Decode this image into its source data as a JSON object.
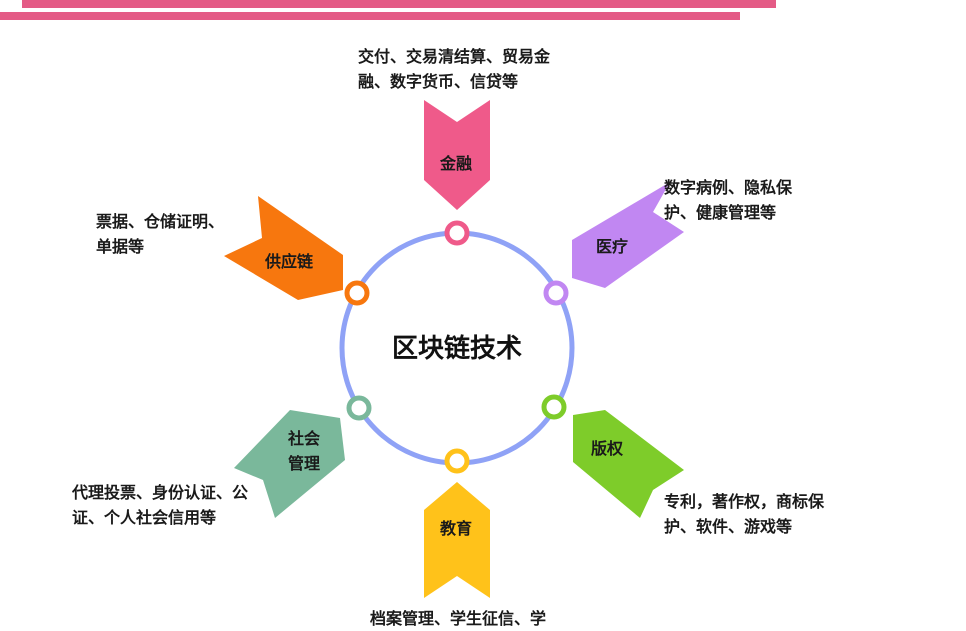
{
  "center": {
    "title": "区块链技术"
  },
  "nodes": [
    {
      "id": "finance",
      "label_lines": [
        "金融"
      ],
      "desc_lines": [
        "交付、交易清结算、贸易金",
        "融、数字货币、信贷等"
      ],
      "color": "#ef5a8a"
    },
    {
      "id": "medical",
      "label_lines": [
        "医疗"
      ],
      "desc_lines": [
        "数字病例、隐私保",
        "护、健康管理等"
      ],
      "color": "#c187f2"
    },
    {
      "id": "copyright",
      "label_lines": [
        "版权"
      ],
      "desc_lines": [
        "专利，著作权，商标保",
        "护、软件、游戏等"
      ],
      "color": "#7ecc2a"
    },
    {
      "id": "education",
      "label_lines": [
        "教育"
      ],
      "desc_lines": [
        "档案管理、学生征信、学"
      ],
      "color": "#ffc21a"
    },
    {
      "id": "social",
      "label_lines": [
        "社会",
        "管理"
      ],
      "desc_lines": [
        "代理投票、身份认证、公",
        "证、个人社会信用等"
      ],
      "color": "#7ab89b"
    },
    {
      "id": "supply",
      "label_lines": [
        "供应链"
      ],
      "desc_lines": [
        "票据、仓储证明、",
        "单据等"
      ],
      "color": "#f7770e"
    }
  ],
  "colors": {
    "ring": "#8fa2f6",
    "top_bar": "#e45b86"
  }
}
